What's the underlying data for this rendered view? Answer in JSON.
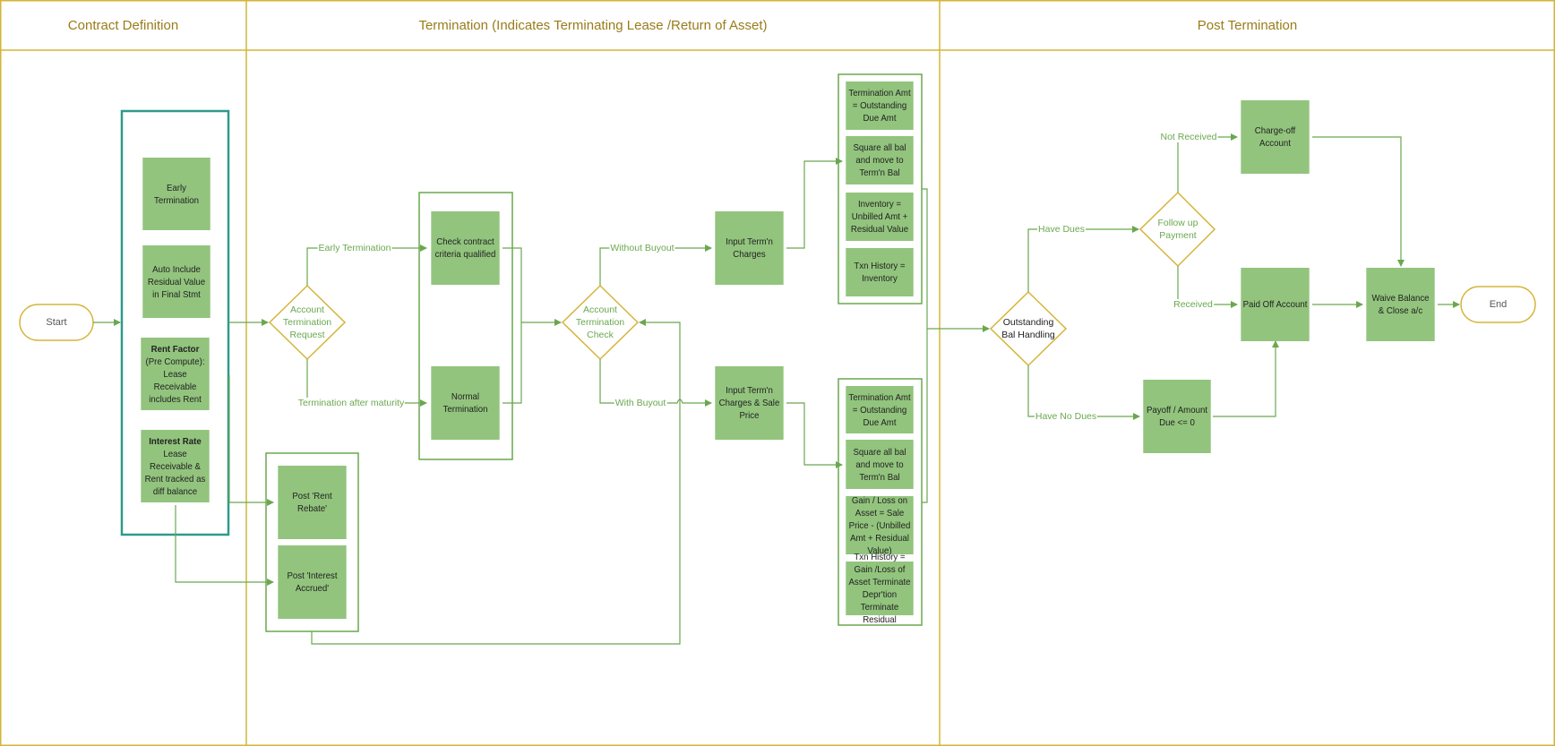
{
  "headers": {
    "contract": "Contract Definition",
    "termination": "Termination (Indicates Terminating Lease /Return of Asset)",
    "post": "Post Termination"
  },
  "terminals": {
    "start": "Start",
    "end": "End"
  },
  "contract": {
    "early": "Early Termination",
    "auto": "Auto Include Residual Value in Final Stmt",
    "rent_factor_bold": "Rent Factor",
    "rent_factor_rest": " (Pre Compute): Lease Receivable includes Rent",
    "interest_bold": "Interest Rate",
    "interest_rest": " Lease Receivable & Rent tracked as diff balance"
  },
  "decisions": {
    "request": "Account Termination Request",
    "check": "Account Termination Check",
    "outstanding": "Outstanding Bal Handling",
    "follow": "Follow up Payment"
  },
  "processes": {
    "check_contract": "Check contract criteria qualified",
    "normal_term": "Normal Termination",
    "post_rebate": "Post 'Rent Rebate'",
    "post_interest": "Post 'Interest Accrued'",
    "input_charges": "Input Term'n Charges",
    "input_charges_sale": "Input Term'n Charges & Sale Price",
    "charge_off": "Charge-off Account",
    "paid_off": "Paid Off Account",
    "waive": "Waive Balance & Close a/c",
    "payoff": "Payoff / Amount Due <= 0"
  },
  "without_buyout": [
    "Termination Amt = Outstanding Due Amt",
    "Square all bal and move to Term'n Bal",
    "Inventory = Unbilled Amt + Residual Value",
    "Txn History = Inventory"
  ],
  "with_buyout": [
    "Termination Amt = Outstanding Due Amt",
    "Square all bal and move to Term'n Bal",
    "Gain / Loss on Asset = Sale Price - (Unbilled Amt + Residual Value)",
    "Txn History = Gain /Loss of Asset Terminate Depr'tion Terminate Residual"
  ],
  "labels": {
    "early_termination": "Early Termination",
    "after_maturity": "Termination after maturity",
    "without_buyout": "Without Buyout",
    "with_buyout": "With Buyout",
    "have_dues": "Have Dues",
    "have_no_dues": "Have No Dues",
    "not_received": "Not Received",
    "received": "Received"
  },
  "colors": {
    "lane_border": "#d4b53a",
    "header_text": "#9a7c1a",
    "box_fill": "#92c47d",
    "connector": "#6aa84f",
    "group_border": "#2e9a8a",
    "decision_border": "#d4b53a"
  }
}
